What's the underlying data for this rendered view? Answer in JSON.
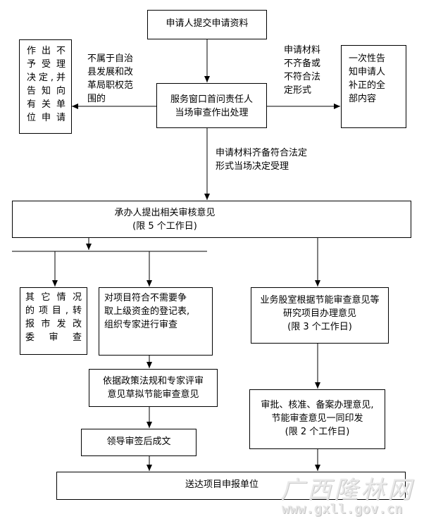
{
  "nodes": {
    "submit": "申请人提交申请资料",
    "window": "服务窗口首问责任人\n当场审查作出处理",
    "reject": "作出不\n予受理\n决定,并\n告知向\n有关单\n位申请",
    "notify": "一次性告\n知申请人\n补正的全\n部内容",
    "opinion": "承办人提出相关审核意见\n(限 5 个工作日)",
    "other": "其它情况\n的项目,转\n报市发改\n委审查",
    "expert_review": "对项目符合不需要争\n取上级资金的登记表,\n组织专家进行审查",
    "dept_study": "业务股室根据节能审查意见等\n研究项目办理意见\n(限 3 个工作日)",
    "draft": "依据政策法规和专家评审\n意见草拟节能审查意见",
    "issue": "审批、核准、备案办理意见,\n节能审查意见一同印发\n(限 2 个工作日)",
    "sign": "领导审签后成文",
    "deliver": "送达项目申报单位"
  },
  "edge_labels": {
    "not_authority": "不属于自治\n县发展和改\n革局职权范\n围的",
    "incomplete": "申请材料\n不齐备或\n不符合法\n定形式",
    "complete": "申请材料齐备符合法定\n形式当场决定受理"
  },
  "watermark": {
    "site_name": "广西隆林网",
    "url": "www.gxll.gov.cn"
  }
}
